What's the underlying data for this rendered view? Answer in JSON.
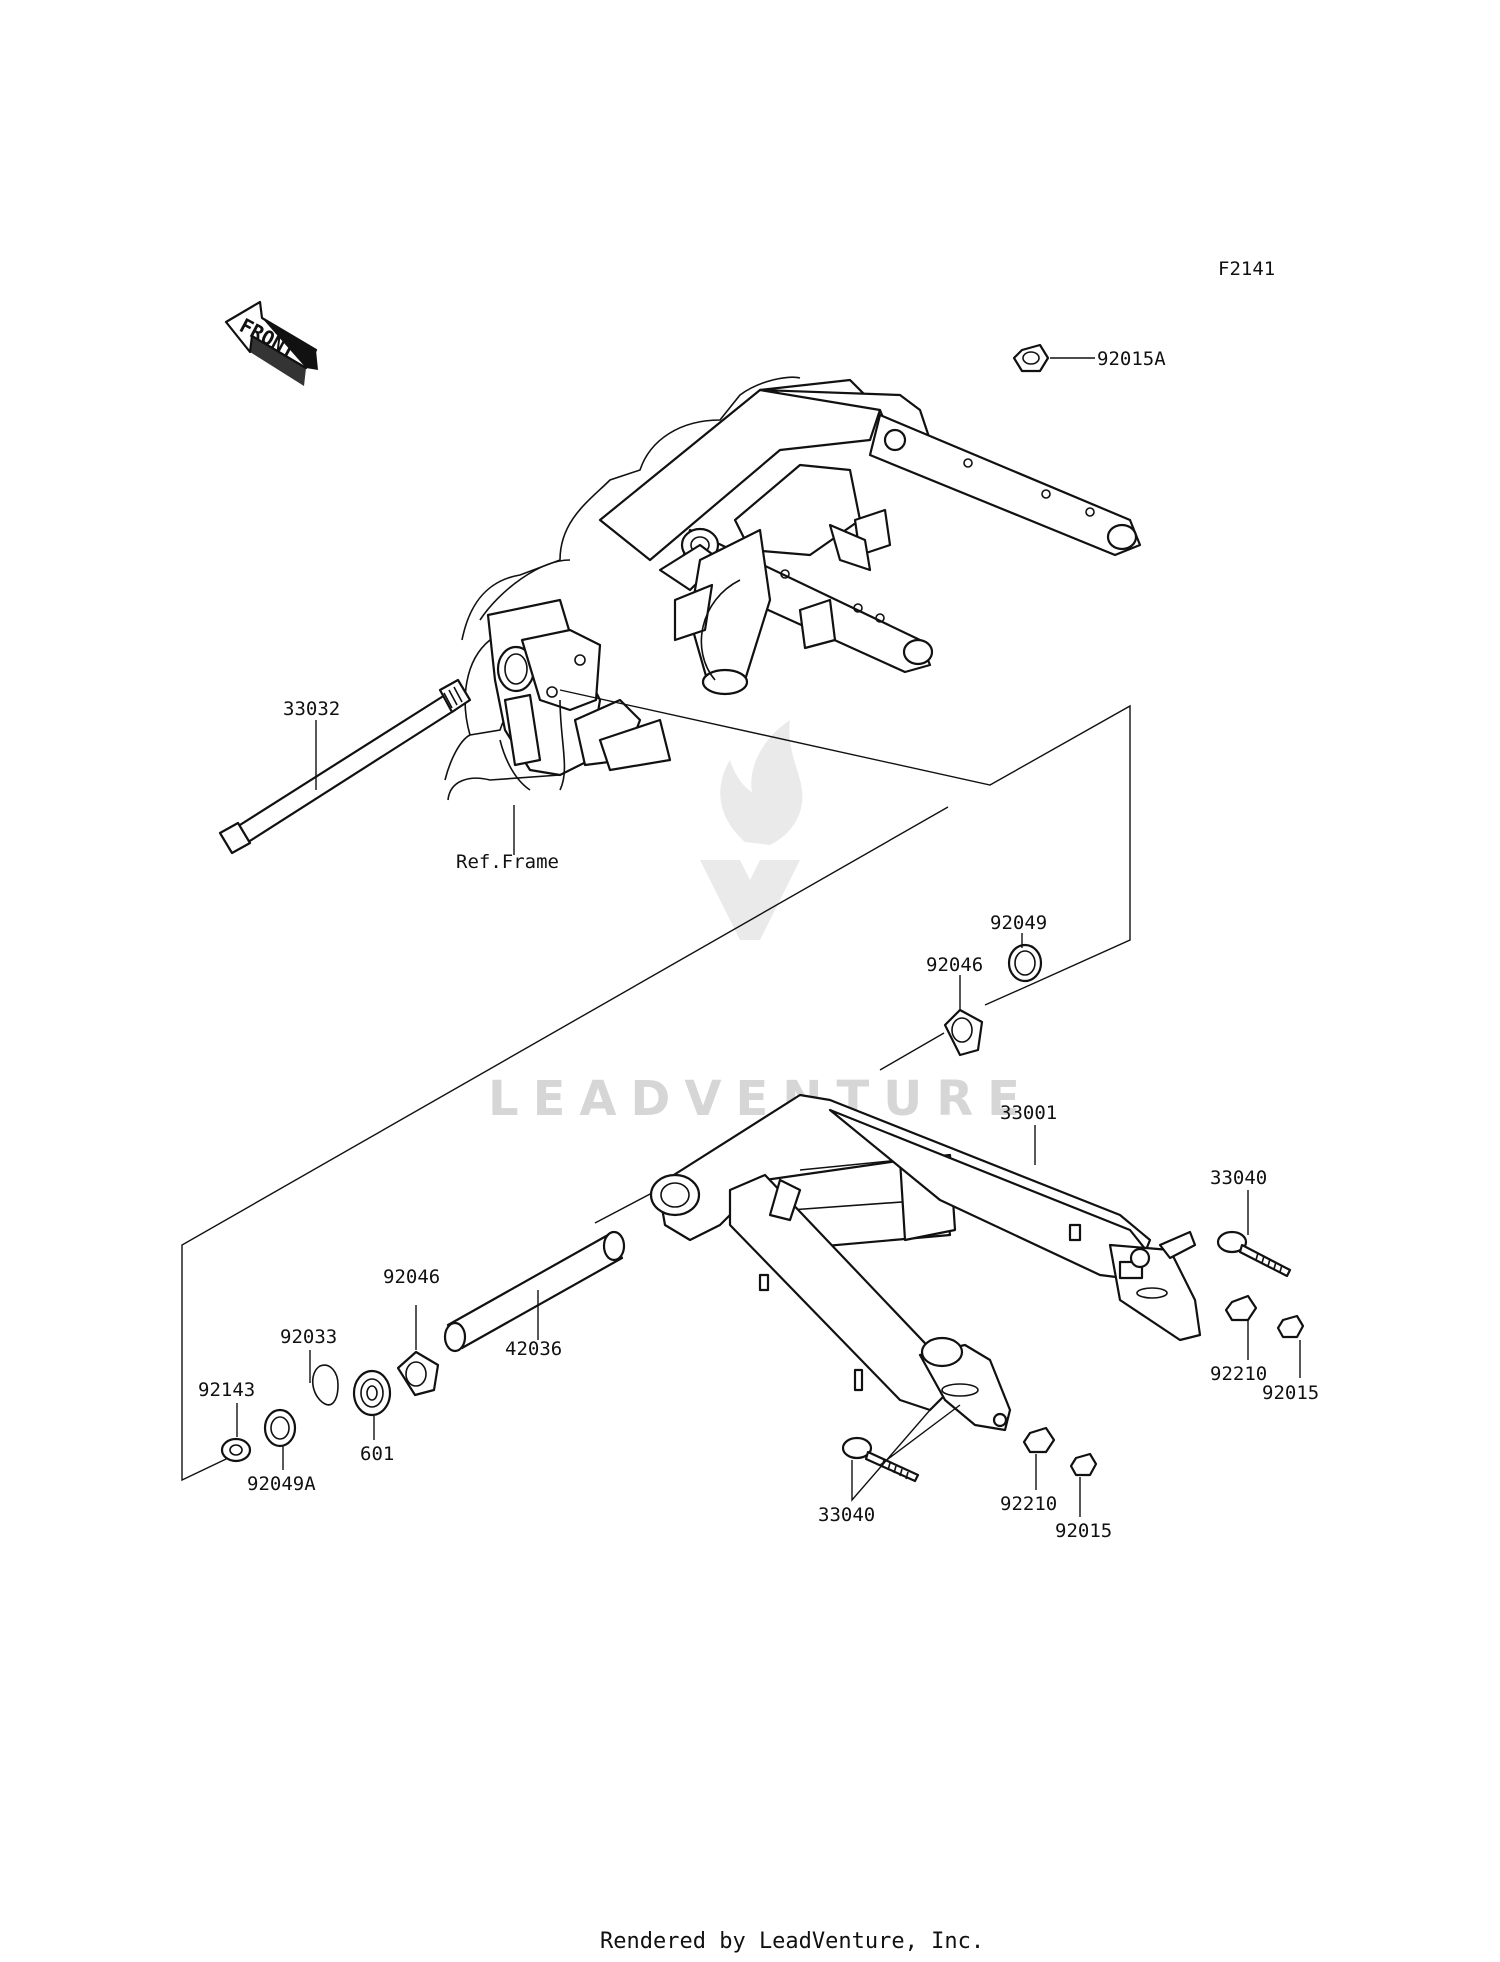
{
  "diagram": {
    "code": "F2141",
    "front_label": "FRONT",
    "ref_frame_label": "Ref.Frame",
    "watermark": "LEADVENTURE",
    "footer": "Rendered by LeadVenture, Inc.",
    "callouts": [
      {
        "id": "c1",
        "text": "92015A"
      },
      {
        "id": "c2",
        "text": "33032"
      },
      {
        "id": "c3",
        "text": "92049"
      },
      {
        "id": "c4",
        "text": "92046"
      },
      {
        "id": "c5",
        "text": "33001"
      },
      {
        "id": "c6",
        "text": "33040"
      },
      {
        "id": "c7",
        "text": "92210"
      },
      {
        "id": "c8",
        "text": "92015"
      },
      {
        "id": "c9",
        "text": "92046"
      },
      {
        "id": "c10",
        "text": "92033"
      },
      {
        "id": "c11",
        "text": "42036"
      },
      {
        "id": "c12",
        "text": "92143"
      },
      {
        "id": "c13",
        "text": "601"
      },
      {
        "id": "c14",
        "text": "92049A"
      },
      {
        "id": "c15",
        "text": "33040"
      },
      {
        "id": "c16",
        "text": "92210"
      },
      {
        "id": "c17",
        "text": "92015"
      }
    ]
  }
}
